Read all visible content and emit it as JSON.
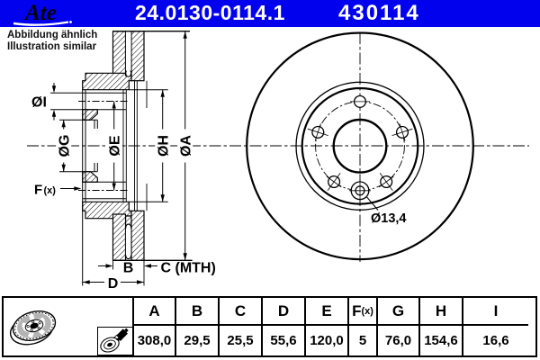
{
  "header": {
    "brand": "Ate",
    "part_number": "24.0130-0114.1",
    "ref_number": "430114",
    "note_line1": "Abbildung ähnlich",
    "note_line2": "Illustration similar"
  },
  "colors": {
    "bar_blue": "#0101ee",
    "line_black": "#000000"
  },
  "drawing": {
    "section_labels": {
      "dia_i": "ØI",
      "dia_g": "ØG",
      "dia_e": "ØE",
      "dia_h": "ØH",
      "dia_a": "ØA",
      "f_label": "F",
      "f_sub": "(x)",
      "b": "B",
      "c_mth": "C (MTH)",
      "d": "D"
    },
    "front_labels": {
      "hole_dia": "Ø13,4"
    }
  },
  "table": {
    "columns": [
      {
        "label": "A",
        "value": "308,0"
      },
      {
        "label": "B",
        "value": "29,5"
      },
      {
        "label": "C",
        "value": "25,5"
      },
      {
        "label": "D",
        "value": "55,6"
      },
      {
        "label": "E",
        "value": "120,0"
      },
      {
        "label": "F",
        "sub": "(x)",
        "value": "5"
      },
      {
        "label": "G",
        "value": "76,0"
      },
      {
        "label": "H",
        "value": "154,6"
      },
      {
        "label": "I",
        "value": "16,6"
      }
    ]
  }
}
